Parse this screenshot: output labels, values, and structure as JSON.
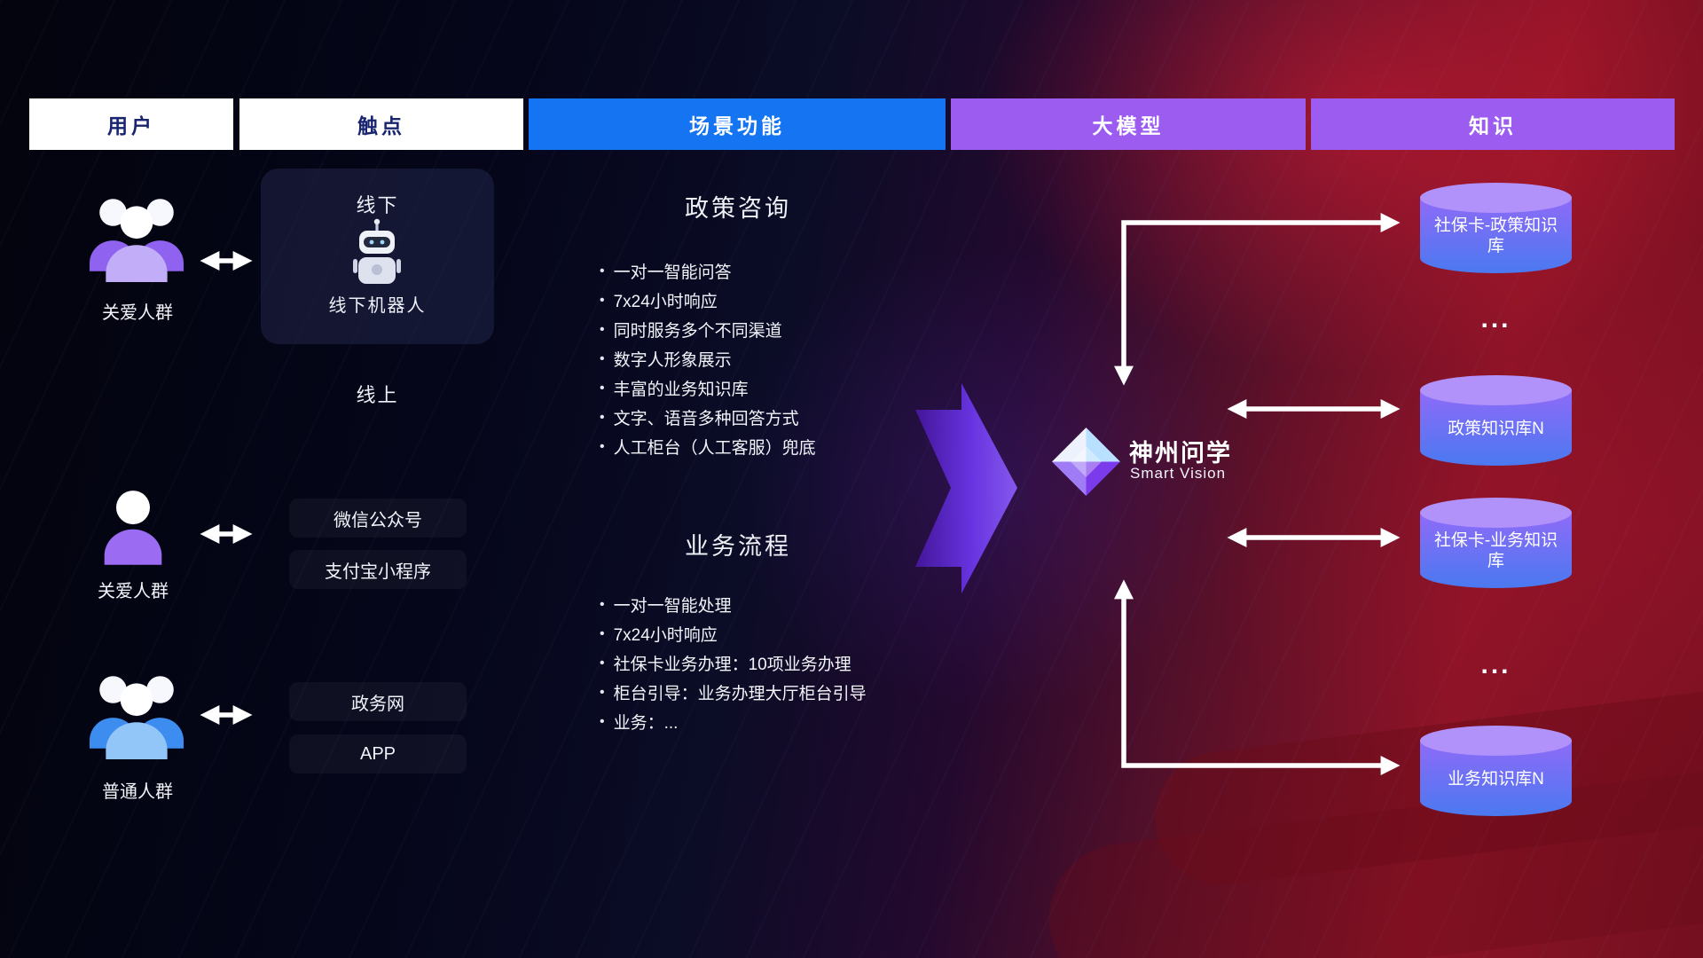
{
  "colors": {
    "header_blue": "#1574f2",
    "header_purple": "#9c5cf0",
    "header_text_dark": "#18246f",
    "cylinder_top": "#b191fa",
    "cylinder_body_top": "#8f6af8",
    "cylinder_body_bottom": "#4a79f0",
    "flow_arrow_purple": "#6a35e8",
    "arrow_white": "#ffffff",
    "bg_left": "#05061a",
    "bg_right": "#8c1326"
  },
  "headers": {
    "user": "用户",
    "touchpoint": "触点",
    "scenario": "场景功能",
    "model": "大模型",
    "knowledge": "知识"
  },
  "users": {
    "group1_label": "关爱人群",
    "single_label": "关爱人群",
    "group2_label": "普通人群"
  },
  "touchpoints": {
    "offline_title": "线下",
    "offline_robot_label": "线下机器人",
    "online_title": "线上",
    "channel_wechat": "微信公众号",
    "channel_alipay": "支付宝小程序",
    "channel_gov": "政务网",
    "channel_app": "APP"
  },
  "scenarios": {
    "policy": {
      "title": "政策咨询",
      "items": [
        "一对一智能问答",
        "7x24小时响应",
        "同时服务多个不同渠道",
        "数字人形象展示",
        "丰富的业务知识库",
        "文字、语音多种回答方式",
        "人工柜台（人工客服）兜底"
      ]
    },
    "business": {
      "title": "业务流程",
      "items": [
        "一对一智能处理",
        "7x24小时响应",
        "社保卡业务办理：10项业务办理",
        "柜台引导：业务办理大厅柜台引导",
        "业务：..."
      ]
    }
  },
  "model": {
    "name": "神州问学",
    "subtitle": "Smart Vision"
  },
  "knowledge": {
    "db1": "社保卡-政策知识库",
    "ellipsis1": "...",
    "db2": "政策知识库N",
    "db3": "社保卡-业务知识库",
    "ellipsis2": "...",
    "db4": "业务知识库N"
  }
}
